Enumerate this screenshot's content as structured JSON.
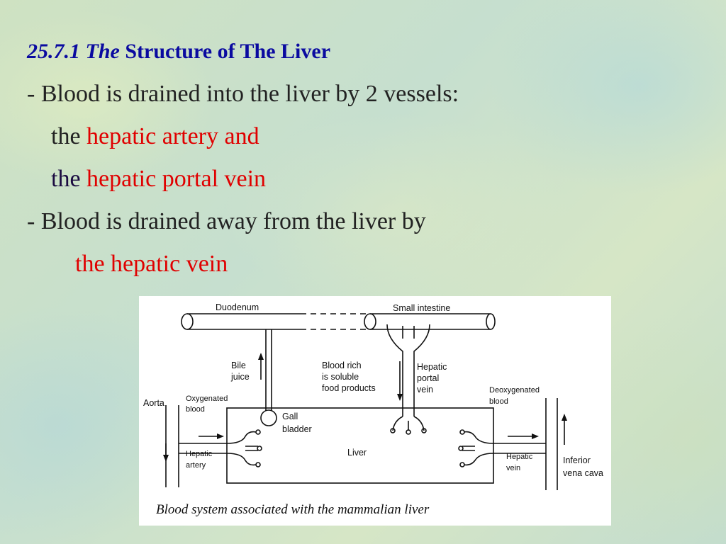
{
  "title": {
    "number_part": "25.7.1 The",
    "rest_part": "Structure of The Liver"
  },
  "lines": {
    "l1": "- Blood is drained into the liver by 2 vessels:",
    "l2_prefix": "the",
    "l2_red": "hepatic artery and",
    "l3_prefix": "the",
    "l3_red": "hepatic portal vein",
    "l4": "- Blood is drained away from the liver by",
    "l5_red": "the hepatic vein"
  },
  "diagram": {
    "duodenum": "Duodenum",
    "small_intestine": "Small intestine",
    "bile_juice_1": "Bile",
    "bile_juice_2": "juice",
    "blood_rich_1": "Blood rich",
    "blood_rich_2": "is soluble",
    "blood_rich_3": "food products",
    "hepatic_portal_1": "Hepatic",
    "hepatic_portal_2": "portal",
    "hepatic_portal_3": "vein",
    "aorta": "Aorta",
    "oxygenated_1": "Oxygenated",
    "oxygenated_2": "blood",
    "gall_1": "Gall",
    "gall_2": "bladder",
    "deoxygenated_1": "Deoxygenated",
    "deoxygenated_2": "blood",
    "liver": "Liver",
    "hepatic_artery_1": "Hepatic",
    "hepatic_artery_2": "artery",
    "hepatic_vein_1": "Hepatic",
    "hepatic_vein_2": "vein",
    "ivc_1": "Inferior",
    "ivc_2": "vena cava",
    "caption": "Blood system associated with the mammalian liver"
  },
  "colors": {
    "title": "#0a0aa0",
    "highlight": "#e00000",
    "body_text": "#222222"
  }
}
